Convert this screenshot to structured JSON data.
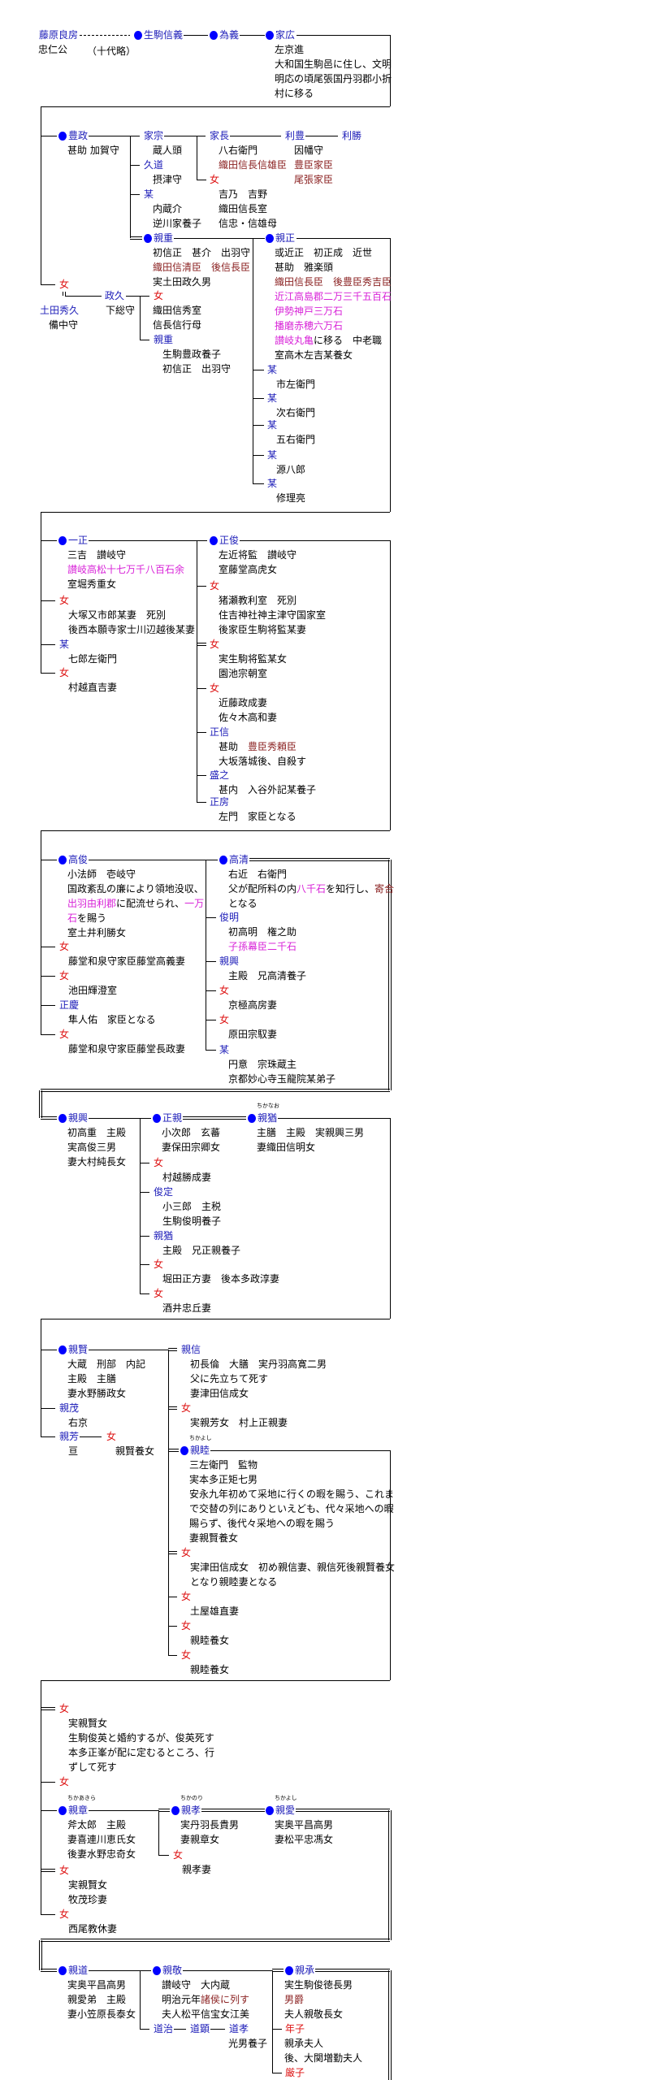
{
  "colors": {
    "name": "#1c1cb8",
    "female": "#dd1111",
    "retainer": "#8b2222",
    "fief": "#d824d8",
    "dot": "#0000ff",
    "text": "#000000"
  },
  "top": {
    "note": "（十代略）"
  },
  "persons": [
    {
      "name": "藤原良房",
      "lines": [
        "忠仁公"
      ]
    },
    {
      "name": "生駒信義",
      "marker": true,
      "lines": []
    },
    {
      "name": "為義",
      "marker": true,
      "lines": []
    },
    {
      "name": "家広",
      "marker": true,
      "lines": [
        "左京進",
        "大和国生駒邑に住し、文明",
        "明応の頃尾張国丹羽郡小折",
        "村に移る"
      ]
    },
    {
      "name": "豊政",
      "marker": true,
      "lines": [
        "甚助 加賀守"
      ]
    },
    {
      "name": "家宗",
      "lines": [
        "蔵人頭"
      ]
    },
    {
      "name": "久道",
      "lines": [
        "摂津守"
      ]
    },
    {
      "name": "某",
      "lines": [
        "内蔵介",
        "逆川家養子"
      ]
    },
    {
      "name": "親重",
      "marker": true,
      "lines": [
        "初信正　甚介　出羽守",
        [
          [
            "織田信清臣　後信長臣",
            "retainer"
          ]
        ],
        "実土田政久男"
      ]
    },
    {
      "name": "家長",
      "lines": [
        "八右衛門",
        [
          [
            "織田信長信雄臣",
            "retainer"
          ]
        ]
      ]
    },
    {
      "name": "女",
      "female": true,
      "lines": [
        "吉乃　吉野",
        "織田信長室",
        "信忠・信雄母"
      ]
    },
    {
      "name": "利豊",
      "lines": [
        "因幡守",
        [
          [
            "豊臣家臣",
            "retainer"
          ]
        ],
        [
          [
            "尾張家臣",
            "retainer"
          ]
        ]
      ]
    },
    {
      "name": "利勝",
      "lines": []
    },
    {
      "name": "親正",
      "marker": true,
      "lines": [
        "或近正　初正成　近世",
        "甚助　雅楽頭",
        [
          [
            "織田信長臣　後豊臣秀吉臣",
            "retainer"
          ]
        ],
        [
          [
            "近江高島郡二万三千五百石",
            "fief"
          ]
        ],
        [
          [
            "伊勢神戸三万石",
            "fief"
          ]
        ],
        [
          [
            "播磨赤穂六万石",
            "fief"
          ]
        ],
        [
          [
            "讃岐丸亀",
            "fief"
          ],
          [
            "に移る　中老職",
            "text"
          ]
        ],
        "室高木左吉某養女"
      ]
    },
    {
      "name": "某",
      "lines": [
        "市左衛門"
      ]
    },
    {
      "name": "某",
      "lines": [
        "次右衛門"
      ]
    },
    {
      "name": "某",
      "lines": [
        "五右衛門"
      ]
    },
    {
      "name": "某",
      "lines": [
        "源八郎"
      ]
    },
    {
      "name": "某",
      "lines": [
        "修理亮"
      ]
    },
    {
      "name": "女",
      "female": true,
      "lines": []
    },
    {
      "name": "土田秀久",
      "lines": [
        "備中守"
      ]
    },
    {
      "name": "政久",
      "lines": [
        "下総守"
      ]
    },
    {
      "name": "女",
      "female": true,
      "lines": [
        "織田信秀室",
        "信長信行母"
      ]
    },
    {
      "name": "親重",
      "lines": [
        "生駒豊政養子",
        "初信正　出羽守"
      ]
    },
    {
      "name": "一正",
      "marker": true,
      "lines": [
        "三吉　讃岐守",
        [
          [
            "讃岐高松十七万千八百石余",
            "fief"
          ]
        ],
        "室堀秀重女"
      ]
    },
    {
      "name": "女",
      "female": true,
      "lines": [
        "大塚又市郎某妻　死別",
        "後西本願寺家士川辺越後某妻"
      ]
    },
    {
      "name": "某",
      "lines": [
        "七郎左衛門"
      ]
    },
    {
      "name": "女",
      "female": true,
      "lines": [
        "村越直吉妻"
      ]
    },
    {
      "name": "正俊",
      "marker": true,
      "lines": [
        "左近将監　讃岐守",
        "室藤堂高虎女"
      ]
    },
    {
      "name": "女",
      "female": true,
      "lines": [
        "猪瀬教利室　死別",
        "住吉神社神主津守国家室",
        "後家臣生駒将監某妻"
      ]
    },
    {
      "name": "女",
      "female": true,
      "lines": [
        "実生駒将監某女",
        "園池宗朝室"
      ]
    },
    {
      "name": "女",
      "female": true,
      "lines": [
        "近藤政成妻",
        "佐々木高和妻"
      ]
    },
    {
      "name": "正信",
      "lines": [
        [
          [
            "甚助　",
            "text"
          ],
          [
            "豊臣秀頼臣",
            "retainer"
          ]
        ],
        "大坂落城後、自殺す"
      ]
    },
    {
      "name": "盛之",
      "lines": [
        "甚内　入谷外記某養子"
      ]
    },
    {
      "name": "正房",
      "lines": [
        "左門　家臣となる"
      ]
    },
    {
      "name": "高俊",
      "marker": true,
      "lines": [
        "小法師　壱岐守",
        "国政紊乱の廉により領地没収、",
        [
          [
            "出羽由利郡",
            "fief"
          ],
          [
            "に配流せられ、",
            "text"
          ],
          [
            "一万",
            "fief"
          ]
        ],
        [
          [
            "石",
            "fief"
          ],
          [
            "を賜う",
            "text"
          ]
        ],
        "室土井利勝女"
      ]
    },
    {
      "name": "女",
      "female": true,
      "lines": [
        "藤堂和泉守家臣藤堂高義妻"
      ]
    },
    {
      "name": "女",
      "female": true,
      "lines": [
        "池田輝澄室"
      ]
    },
    {
      "name": "正慶",
      "lines": [
        "隼人佑　家臣となる"
      ]
    },
    {
      "name": "女",
      "female": true,
      "lines": [
        "藤堂和泉守家臣藤堂長政妻"
      ]
    },
    {
      "name": "高清",
      "marker": true,
      "lines": [
        "右近　右衛門",
        [
          [
            "父が配所料の内",
            "text"
          ],
          [
            "八千石",
            "fief"
          ],
          [
            "を知行し、",
            "text"
          ],
          [
            "寄合",
            "retainer"
          ]
        ],
        "となる"
      ]
    },
    {
      "name": "俊明",
      "lines": [
        "初高明　権之助",
        [
          [
            "子孫幕臣二千石",
            "fief"
          ]
        ]
      ]
    },
    {
      "name": "親興",
      "lines": [
        "主殿　兄高清養子"
      ]
    },
    {
      "name": "女",
      "female": true,
      "lines": [
        "京極高房妻"
      ]
    },
    {
      "name": "女",
      "female": true,
      "lines": [
        "原田宗馭妻"
      ]
    },
    {
      "name": "某",
      "lines": [
        "円意　宗珠蔵主",
        "京都妙心寺玉龍院某弟子"
      ]
    },
    {
      "name": "親興",
      "marker": true,
      "lines": [
        "初高重　主殿",
        "実高俊三男",
        "妻大村純長女"
      ]
    },
    {
      "name": "正親",
      "marker": true,
      "lines": [
        "小次郎　玄蕃",
        "妻保田宗卿女"
      ]
    },
    {
      "name": "女",
      "female": true,
      "lines": [
        "村越勝成妻"
      ]
    },
    {
      "name": "俊定",
      "lines": [
        "小三郎　主税",
        "生駒俊明養子"
      ]
    },
    {
      "name": "親猶",
      "lines": [
        "主殿　兄正親養子"
      ]
    },
    {
      "name": "女",
      "female": true,
      "lines": [
        "堀田正方妻　後本多政淳妻"
      ]
    },
    {
      "name": "女",
      "female": true,
      "lines": [
        "酒井忠丘妻"
      ]
    },
    {
      "name": "親猶",
      "marker": true,
      "furigana": "ちかなお",
      "lines": [
        "主膳　主殿　実親興三男",
        "妻織田信明女"
      ]
    },
    {
      "name": "親賢",
      "marker": true,
      "lines": [
        "大蔵　刑部　内記",
        "主殿　主膳",
        "妻水野勝政女"
      ]
    },
    {
      "name": "親茂",
      "lines": [
        "右京"
      ]
    },
    {
      "name": "親芳",
      "lines": [
        "亘"
      ]
    },
    {
      "name": "女",
      "female": true,
      "lines": [
        "親賢養女"
      ]
    },
    {
      "name": "親信",
      "lines": [
        "初長倫　大膳　実丹羽高寛二男",
        "父に先立ちて死す",
        "妻津田信成女"
      ]
    },
    {
      "name": "女",
      "female": true,
      "lines": [
        "実親芳女　村上正親妻"
      ]
    },
    {
      "name": "親睦",
      "marker": true,
      "furigana": "ちかよし",
      "lines": [
        "三左衛門　監物",
        "実本多正矩七男",
        "安永九年初めて采地に行くの暇を賜う、これま",
        "で交替の列にありといえども、代々采地への暇",
        "賜らず、後代々采地への暇を賜う",
        "妻親賢養女"
      ]
    },
    {
      "name": "女",
      "female": true,
      "lines": [
        "実津田信成女　初め親信妻、親信死後親賢養女",
        "となり親睦妻となる"
      ]
    },
    {
      "name": "女",
      "female": true,
      "lines": [
        "土屋雄直妻"
      ]
    },
    {
      "name": "女",
      "female": true,
      "lines": [
        "親睦養女"
      ]
    },
    {
      "name": "女",
      "female": true,
      "lines": [
        "親睦養女"
      ]
    },
    {
      "name": "女",
      "female": true,
      "lines": [
        "実親賢女",
        "生駒俊英と婚約するが、俊英死す",
        "本多正峯が配に定むるところ、行",
        "ずして死す"
      ]
    },
    {
      "name": "女",
      "female": true,
      "lines": []
    },
    {
      "name": "親章",
      "marker": true,
      "furigana": "ちかあきら",
      "lines": [
        "斧太郎　主殿",
        "妻喜連川恵氏女",
        "後妻水野忠奇女"
      ]
    },
    {
      "name": "女",
      "female": true,
      "lines": [
        "実親賢女",
        "牧茂珍妻"
      ]
    },
    {
      "name": "女",
      "female": true,
      "lines": [
        "西尾教休妻"
      ]
    },
    {
      "name": "親孝",
      "marker": true,
      "furigana": "ちかのり",
      "lines": [
        "実丹羽長貴男",
        "妻親章女"
      ]
    },
    {
      "name": "女",
      "female": true,
      "lines": [
        "親孝妻"
      ]
    },
    {
      "name": "親愛",
      "marker": true,
      "furigana": "ちかよし",
      "lines": [
        "実奥平昌高男",
        "妻松平忠馮女"
      ]
    },
    {
      "name": "親道",
      "marker": true,
      "lines": [
        "実奥平昌高男",
        "親愛弟　主殿",
        "妻小笠原長泰女"
      ]
    },
    {
      "name": "親敬",
      "marker": true,
      "lines": [
        "讃岐守　大内蔵",
        [
          [
            "明治元年",
            "text"
          ],
          [
            "諸侯に列す",
            "retainer"
          ]
        ],
        "夫人松平信宝女江美"
      ]
    },
    {
      "name": "道治",
      "lines": []
    },
    {
      "name": "道顕",
      "lines": []
    },
    {
      "name": "道孝",
      "lines": [
        "光男養子"
      ]
    },
    {
      "name": "親承",
      "marker": true,
      "lines": [
        "実生駒俊徳長男",
        [
          [
            "男爵",
            "retainer"
          ]
        ],
        "夫人親敬長女"
      ]
    },
    {
      "name": "年子",
      "female": true,
      "lines": [
        "親承夫人",
        "後、大関増勤夫人"
      ]
    },
    {
      "name": "厳子",
      "female": true,
      "lines": []
    }
  ]
}
